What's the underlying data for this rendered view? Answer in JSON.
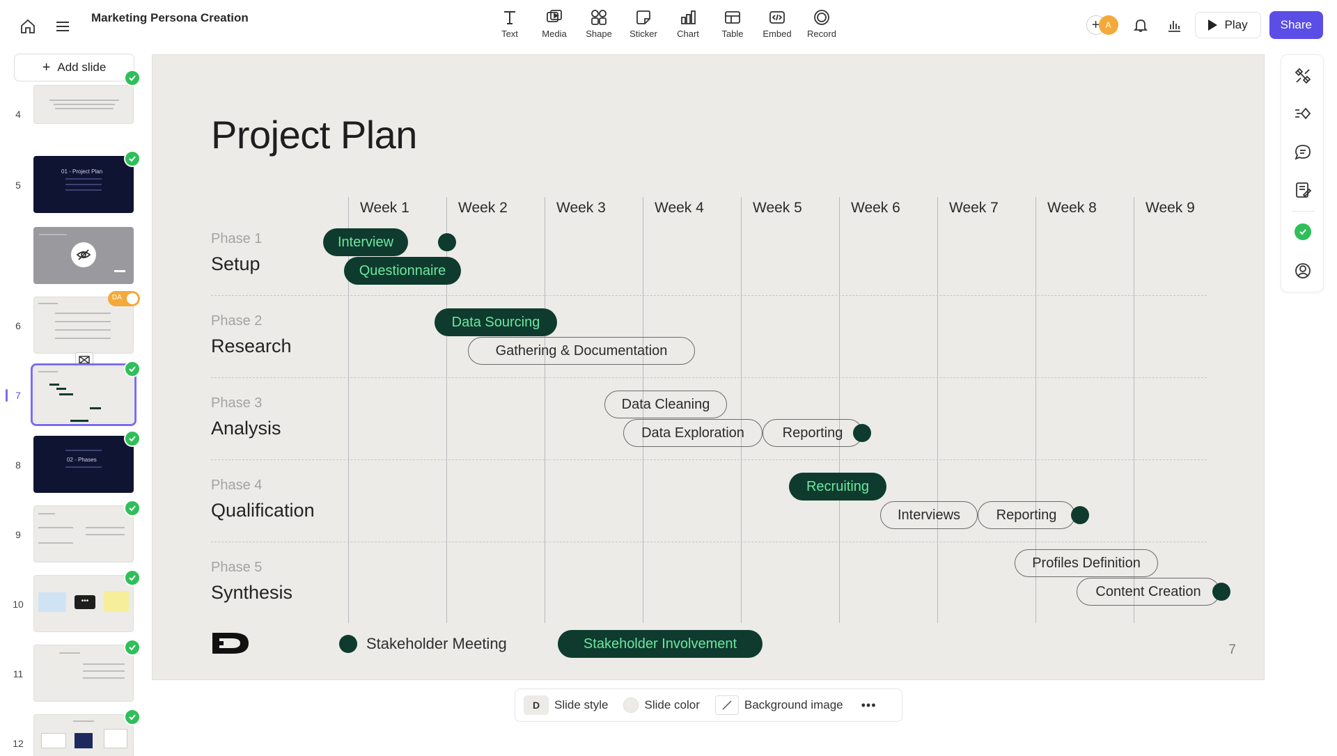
{
  "app": {
    "doc_title": "Marketing Persona Creation"
  },
  "toolbar": {
    "items": [
      {
        "label": "Text",
        "icon": "text-icon"
      },
      {
        "label": "Media",
        "icon": "media-icon"
      },
      {
        "label": "Shape",
        "icon": "shape-icon"
      },
      {
        "label": "Sticker",
        "icon": "sticker-icon"
      },
      {
        "label": "Chart",
        "icon": "chart-icon"
      },
      {
        "label": "Table",
        "icon": "table-icon"
      },
      {
        "label": "Embed",
        "icon": "embed-icon"
      },
      {
        "label": "Record",
        "icon": "record-icon"
      }
    ],
    "play_label": "Play",
    "share_label": "Share",
    "avatar_initial": "A"
  },
  "sidebar": {
    "add_slide_label": "Add slide",
    "slides": [
      {
        "num": "4",
        "style": "light",
        "checked": true
      },
      {
        "num": "5",
        "style": "dark",
        "checked": true,
        "text": "01 - Project Plan"
      },
      {
        "num": "",
        "style": "grey",
        "checked": false,
        "hidden": true
      },
      {
        "num": "6",
        "style": "light",
        "checked": false,
        "badge": "DA"
      },
      {
        "num": "7",
        "style": "light",
        "checked": true,
        "selected": true
      },
      {
        "num": "8",
        "style": "dark",
        "checked": true,
        "text": "02 - Phases"
      },
      {
        "num": "9",
        "style": "light",
        "checked": true
      },
      {
        "num": "10",
        "style": "light",
        "checked": true
      },
      {
        "num": "11",
        "style": "light",
        "checked": true
      },
      {
        "num": "12",
        "style": "light",
        "checked": true
      }
    ]
  },
  "slide": {
    "title": "Project Plan",
    "page_number": "7",
    "weeks": [
      "Week 1",
      "Week 2",
      "Week 3",
      "Week 4",
      "Week 5",
      "Week 6",
      "Week 7",
      "Week 8",
      "Week 9"
    ],
    "phases": [
      {
        "label": "Phase 1",
        "name": "Setup"
      },
      {
        "label": "Phase 2",
        "name": "Research"
      },
      {
        "label": "Phase 3",
        "name": "Analysis"
      },
      {
        "label": "Phase 4",
        "name": "Qualification"
      },
      {
        "label": "Phase 5",
        "name": "Synthesis"
      }
    ],
    "tasks": {
      "interview": "Interview",
      "questionnaire": "Questionnaire",
      "data_sourcing": "Data Sourcing",
      "gathering": "Gathering & Documentation",
      "data_cleaning": "Data Cleaning",
      "data_exploration": "Data Exploration",
      "reporting_analysis": "Reporting",
      "recruiting": "Recruiting",
      "interviews": "Interviews",
      "reporting_qualification": "Reporting",
      "profiles_definition": "Profiles Definition",
      "content_creation": "Content Creation"
    },
    "legend": {
      "stakeholder_meeting": "Stakeholder Meeting",
      "stakeholder_involvement": "Stakeholder Involvement"
    }
  },
  "bottombar": {
    "slide_style": "Slide style",
    "slide_style_badge": "D",
    "slide_color": "Slide color",
    "background_image": "Background image"
  },
  "colors": {
    "accent": "#5a4ee6",
    "dark_green": "#0e3b2e",
    "light_green_text": "#6ee7a0",
    "check_green": "#2fbf5a",
    "slide_bg": "#ecebe8"
  }
}
